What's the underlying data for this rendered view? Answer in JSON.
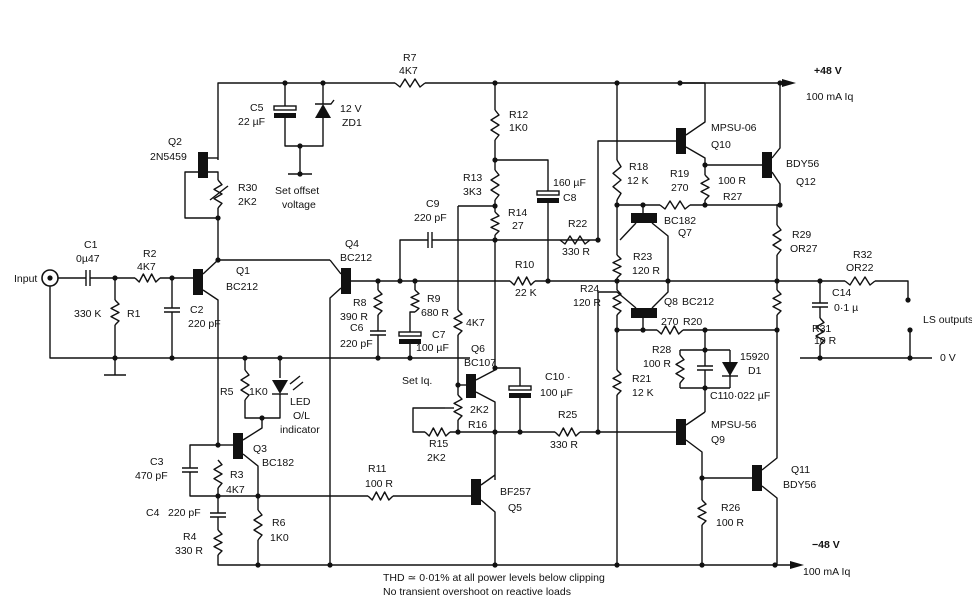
{
  "input_label": "Input",
  "supply": {
    "positive": "+48 V",
    "positive_iq": "100 mA  Iq",
    "negative": "−48 V",
    "negative_iq": "100 mA  Iq"
  },
  "ground_label": "0 V",
  "outputs_label": "LS outputs",
  "annotations": {
    "set_offset": [
      "Set offset",
      "voltage"
    ],
    "set_iq": "Set Iq.",
    "led": [
      "LED",
      "O/L",
      "indicator"
    ]
  },
  "notes": [
    "THD ≃ 0·01% at all power levels below clipping",
    "No transient overshoot on reactive loads"
  ],
  "components": [
    {
      "ref": "R1",
      "value": "330 K"
    },
    {
      "ref": "R2",
      "value": "4K7"
    },
    {
      "ref": "R3",
      "value": "4K7"
    },
    {
      "ref": "R4",
      "value": "330 R"
    },
    {
      "ref": "R5",
      "value": "1K0"
    },
    {
      "ref": "R6",
      "value": "1K0"
    },
    {
      "ref": "R7",
      "value": "4K7"
    },
    {
      "ref": "R8",
      "value": "390 R"
    },
    {
      "ref": "R9",
      "value": "680 R"
    },
    {
      "ref": "R10",
      "value": "22 K"
    },
    {
      "ref": "R11",
      "value": "100 R"
    },
    {
      "ref": "R12",
      "value": "1K0"
    },
    {
      "ref": "R13",
      "value": "3K3"
    },
    {
      "ref": "R14",
      "value": "27"
    },
    {
      "ref": "R15",
      "value": "2K2"
    },
    {
      "ref": "R16",
      "value": "2K2"
    },
    {
      "ref": "R18",
      "value": "12 K"
    },
    {
      "ref": "R19",
      "value": "270"
    },
    {
      "ref": "R20",
      "value": "270"
    },
    {
      "ref": "R21",
      "value": "12 K"
    },
    {
      "ref": "R22",
      "value": "330 R"
    },
    {
      "ref": "R23",
      "value": "120 R"
    },
    {
      "ref": "R24",
      "value": "120 R"
    },
    {
      "ref": "R25",
      "value": "330 R"
    },
    {
      "ref": "R26",
      "value": "100 R"
    },
    {
      "ref": "R27",
      "value": "100 R"
    },
    {
      "ref": "R28",
      "value": "100 R"
    },
    {
      "ref": "R29",
      "value": "OR27"
    },
    {
      "ref": "R30",
      "value": "2K2"
    },
    {
      "ref": "R31",
      "value": "10 R"
    },
    {
      "ref": "R32",
      "value": "OR22"
    },
    {
      "ref": "",
      "value": "4K7"
    },
    {
      "ref": "C1",
      "value": "0µ47"
    },
    {
      "ref": "C2",
      "value": "220 pF"
    },
    {
      "ref": "C3",
      "value": "470 pF"
    },
    {
      "ref": "C4",
      "value": "220 pF"
    },
    {
      "ref": "C5",
      "value": "22 µF"
    },
    {
      "ref": "C6",
      "value": "220 pF"
    },
    {
      "ref": "C7",
      "value": "100 µF"
    },
    {
      "ref": "C8",
      "value": "160 µF"
    },
    {
      "ref": "C9",
      "value": "220 pF"
    },
    {
      "ref": "C10 ·",
      "value": "100 µF"
    },
    {
      "ref": "C11",
      "value": "0·022 µF"
    },
    {
      "ref": "C14",
      "value": "0·1 µ"
    },
    {
      "ref": "Q1",
      "value": "BC212"
    },
    {
      "ref": "Q2",
      "value": "2N5459"
    },
    {
      "ref": "Q3",
      "value": "BC182"
    },
    {
      "ref": "Q4",
      "value": "BC212"
    },
    {
      "ref": "Q5",
      "value": "BF257"
    },
    {
      "ref": "Q6",
      "value": "BC107"
    },
    {
      "ref": "Q7",
      "value": "BC182"
    },
    {
      "ref": "Q8",
      "value": "BC212"
    },
    {
      "ref": "Q9",
      "value": "MPSU-56"
    },
    {
      "ref": "Q10",
      "value": "MPSU-06"
    },
    {
      "ref": "Q11",
      "value": "BDY56"
    },
    {
      "ref": "Q12",
      "value": "BDY56"
    },
    {
      "ref": "ZD1",
      "value": "12 V"
    },
    {
      "ref": "D1",
      "value": "15920"
    }
  ]
}
